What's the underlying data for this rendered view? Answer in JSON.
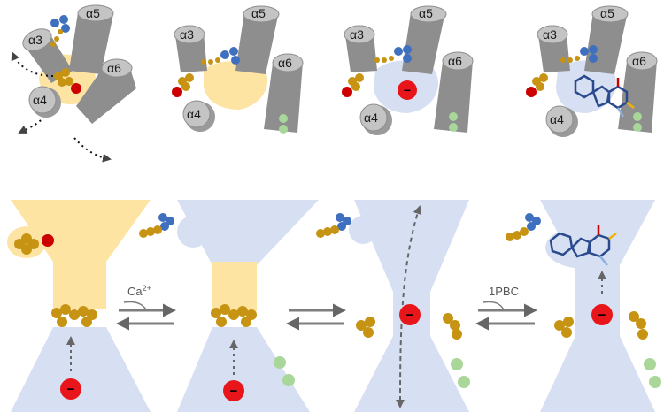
{
  "labels": {
    "a3": "α3",
    "a4": "α4",
    "a5": "α5",
    "a6": "α6",
    "minus": "−",
    "ca_base": "Ca",
    "ca_sup": "2+",
    "ligand": "1PBC"
  },
  "colors": {
    "helix": "#8e8e8e",
    "helix_top": "#c4c4c4",
    "yellow_region": "#fde4a3",
    "blue_region": "#d6e0f2",
    "lipid_gold": "#c79312",
    "lipid_red": "#cc0000",
    "ion_red": "#e8161b",
    "calcium_green": "#a9d79a",
    "ligand_navy": "#2b4a8e",
    "arrow_gray": "#7d7d7d"
  },
  "icons": [
    "lipid-icon",
    "ion-icon",
    "calcium-icon",
    "1pbc-molecule-icon",
    "equilibrium-arrows-icon"
  ]
}
